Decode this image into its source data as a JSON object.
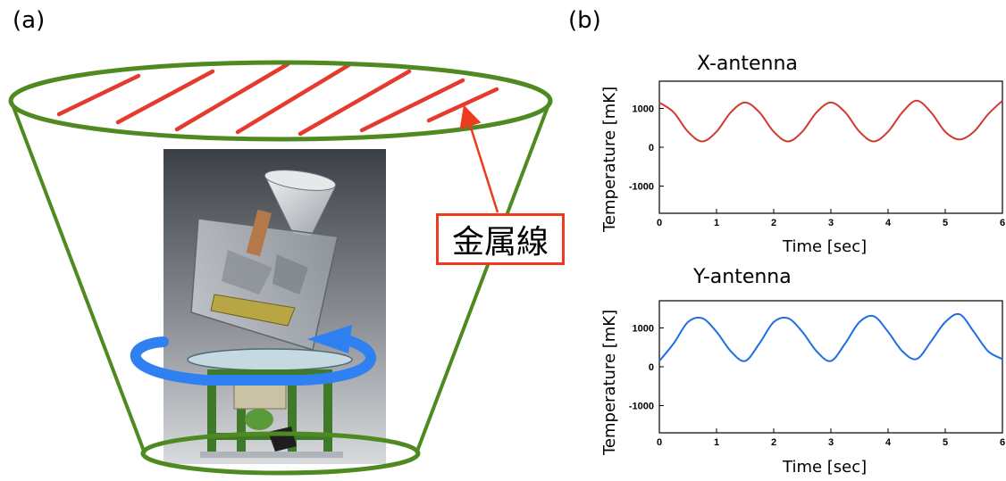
{
  "panel_a": {
    "label": "(a)",
    "callout_text": "金属線",
    "colors": {
      "cone_outline": "#4e8a21",
      "wire_stripes": "#e53a2e",
      "callout_border": "#ee3a1e",
      "rotation_arrow": "#2f80f0"
    },
    "icons": [
      "telescope-photo",
      "rotation-arrow-icon"
    ]
  },
  "panel_b": {
    "label": "(b)"
  },
  "chart_data": [
    {
      "type": "line",
      "title": "X-antenna",
      "xlabel": "Time [sec]",
      "ylabel": "Temperature [mK]",
      "xlim": [
        0,
        6
      ],
      "ylim": [
        -1700,
        1700
      ],
      "xticks": [
        "0",
        "1",
        "2",
        "3",
        "4",
        "5",
        "6"
      ],
      "yticks": [
        "1000",
        "0",
        "-1000"
      ],
      "grid": false,
      "color": "#d23a2e",
      "series": [
        {
          "x": [
            0,
            0.25,
            0.5,
            0.75,
            1.0,
            1.25,
            1.5,
            1.75,
            2.0,
            2.25,
            2.5,
            2.75,
            3.0,
            3.25,
            3.5,
            3.75,
            4.0,
            4.25,
            4.5,
            4.75,
            5.0,
            5.25,
            5.5,
            5.75,
            6.0
          ],
          "values": [
            1150,
            900,
            400,
            150,
            400,
            900,
            1150,
            900,
            400,
            150,
            400,
            900,
            1150,
            900,
            400,
            150,
            400,
            900,
            1200,
            900,
            400,
            200,
            400,
            850,
            1200
          ]
        }
      ]
    },
    {
      "type": "line",
      "title": "Y-antenna",
      "xlabel": "Time [sec]",
      "ylabel": "Temperature [mK]",
      "xlim": [
        0,
        6
      ],
      "ylim": [
        -1700,
        1700
      ],
      "xticks": [
        "0",
        "1",
        "2",
        "3",
        "4",
        "5",
        "6"
      ],
      "yticks": [
        "1000",
        "0",
        "-1000"
      ],
      "grid": false,
      "color": "#1f6fe0",
      "series": [
        {
          "x": [
            0,
            0.25,
            0.5,
            0.75,
            1.0,
            1.25,
            1.5,
            1.75,
            2.0,
            2.25,
            2.5,
            2.75,
            3.0,
            3.25,
            3.5,
            3.75,
            4.0,
            4.25,
            4.5,
            4.75,
            5.0,
            5.25,
            5.5,
            5.75,
            6.0
          ],
          "values": [
            150,
            600,
            1150,
            1250,
            900,
            400,
            150,
            600,
            1150,
            1250,
            900,
            400,
            150,
            600,
            1150,
            1300,
            900,
            400,
            200,
            650,
            1150,
            1350,
            900,
            400,
            200
          ]
        }
      ]
    }
  ]
}
